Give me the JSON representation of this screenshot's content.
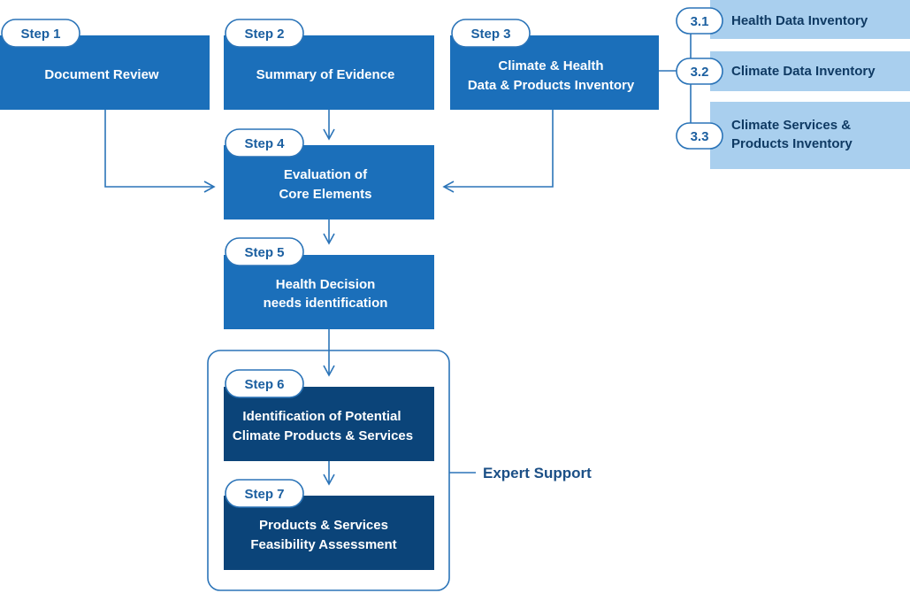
{
  "colors": {
    "step_box": "#1b6fba",
    "step_box_dark": "#0b4479",
    "sub_box": "#a9cfee",
    "line": "#2b74b8",
    "tag_border": "#2b74b8",
    "tag_text": "#1b5fa0"
  },
  "steps": [
    {
      "tag": "Step 1",
      "line1": "Document Review",
      "line2": ""
    },
    {
      "tag": "Step 2",
      "line1": "Summary of Evidence",
      "line2": ""
    },
    {
      "tag": "Step 3",
      "line1": "Climate & Health",
      "line2": "Data & Products Inventory"
    },
    {
      "tag": "Step 4",
      "line1": "Evaluation of",
      "line2": "Core Elements"
    },
    {
      "tag": "Step 5",
      "line1": "Health Decision",
      "line2": "needs identification"
    },
    {
      "tag": "Step 6",
      "line1": "Identification of Potential",
      "line2": "Climate Products & Services"
    },
    {
      "tag": "Step 7",
      "line1": "Products & Services",
      "line2": "Feasibility Assessment"
    }
  ],
  "substeps": [
    {
      "tag": "3.1",
      "line1": "Health Data Inventory",
      "line2": ""
    },
    {
      "tag": "3.2",
      "line1": "Climate Data Inventory",
      "line2": ""
    },
    {
      "tag": "3.3",
      "line1": "Climate Services &",
      "line2": "Products Inventory"
    }
  ],
  "expert_support": "Expert Support"
}
